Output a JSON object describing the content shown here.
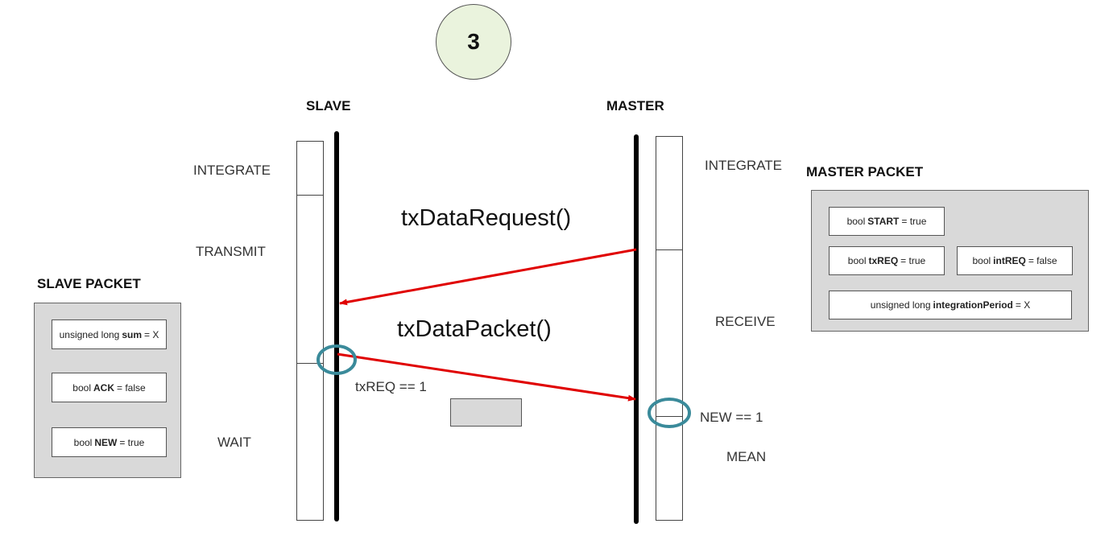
{
  "step": "3",
  "slave": {
    "title": "SLAVE",
    "states": {
      "integrate": "INTEGRATE",
      "transmit": "TRANSMIT",
      "wait": "WAIT"
    },
    "condition": "txREQ == 1"
  },
  "master": {
    "title": "MASTER",
    "states": {
      "integrate": "INTEGRATE",
      "receive": "RECEIVE",
      "mean": "MEAN"
    },
    "condition": "NEW == 1"
  },
  "messages": {
    "request": "txDataRequest()",
    "packet": "txDataPacket()"
  },
  "slave_packet": {
    "title": "SLAVE PACKET",
    "fields": [
      {
        "pre": "unsigned long",
        "name": "sum",
        "post": "= X"
      },
      {
        "pre": "bool",
        "name": "ACK",
        "post": "= false"
      },
      {
        "pre": "bool",
        "name": "NEW",
        "post": "= true"
      }
    ]
  },
  "master_packet": {
    "title": "MASTER PACKET",
    "fields": [
      {
        "pre": "bool",
        "name": "START",
        "post": "= true"
      },
      {
        "pre": "bool",
        "name": "txREQ",
        "post": "= true"
      },
      {
        "pre": "bool",
        "name": "intREQ",
        "post": "= false"
      },
      {
        "pre": "unsigned long",
        "name": "integrationPeriod",
        "post": "= X"
      }
    ]
  },
  "colors": {
    "arrow": "#e00000",
    "highlight": "#3a8a9a",
    "packet_bg": "#d9d9d9",
    "step_bg": "#eaf3dd"
  }
}
